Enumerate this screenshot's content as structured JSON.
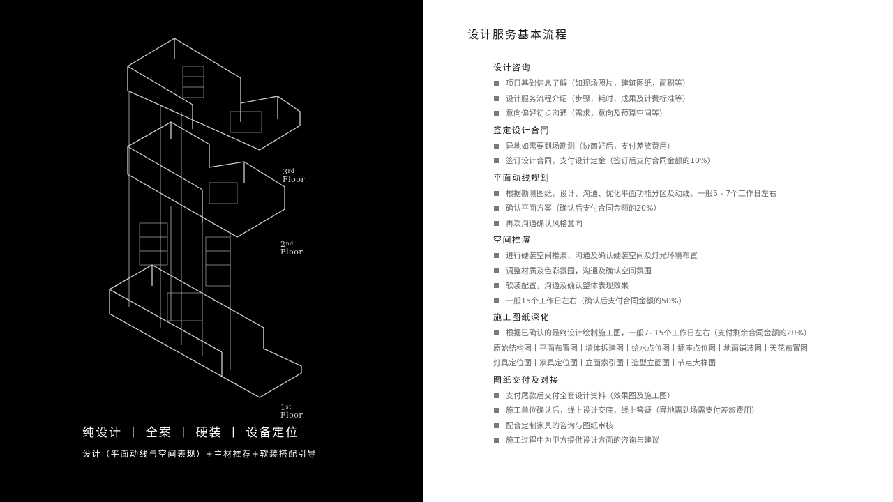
{
  "left": {
    "floors": [
      {
        "num": "3",
        "suffix": "rd",
        "word": "Floor"
      },
      {
        "num": "2",
        "suffix": "nd",
        "word": "Floor"
      },
      {
        "num": "1",
        "suffix": "st",
        "word": "Floor"
      }
    ],
    "tagline": "纯设计 丨 全案 丨 硬装 丨 设备定位",
    "subline": "设计（平面动线与空间表现）+主材推荐+软装搭配引导"
  },
  "right": {
    "title": "设计服务基本流程",
    "sections": [
      {
        "title": "设计咨询",
        "items": [
          "项目基础信息了解（如现场照片，建筑图纸，面积等）",
          "设计服务流程介绍（步骤，耗时，成果及计费标准等）",
          "意向偏好初步沟通（需求，意向及预算空间等）"
        ],
        "extra": []
      },
      {
        "title": "签定设计合同",
        "items": [
          "异地如需要到场勘测（协商好后，支付差旅费用）",
          "签订设计合同，支付设计定金（签订后支付合同金额的10%）"
        ],
        "extra": []
      },
      {
        "title": "平面动线规划",
        "items": [
          "根据勘测图纸，设计、沟通、优化平面功能分区及动线，一般5 - 7个工作日左右",
          "确认平面方案（确认后支付合同金额的20%）",
          "再次沟通确认风格意向"
        ],
        "extra": []
      },
      {
        "title": "空间推演",
        "items": [
          "进行硬装空间推演，沟通及确认硬装空间及灯光环境布置",
          "调整材质及色彩氛围，沟通及确认空间氛围",
          "软装配置，沟通及确认整体表现效果",
          "一般15个工作日左右（确认后支付合同金额的50%）"
        ],
        "extra": []
      },
      {
        "title": "施工图纸深化",
        "items": [
          "根据已确认的最终设计绘制施工图，一般7- 15个工作日左右（支付剩余合同金额的20%）"
        ],
        "extra": [
          "原始结构图丨平面布置图丨墙体拆建图丨给水点位图丨插座点位图丨地面铺装图丨天花布置图",
          "灯具定位图丨家具定位图丨立面索引图丨造型立面图丨节点大样图"
        ]
      },
      {
        "title": "图纸交付及对接",
        "items": [
          "支付尾款后交付全套设计资料（效果图及施工图）",
          "施工单位确认后，线上设计交底，线上答疑（异地需到场需支付差旅费用）",
          "配合定制家具的咨询与图纸审核",
          "施工过程中为甲方提供设计方面的咨询与建议"
        ],
        "extra": []
      }
    ]
  },
  "colors": {
    "left_bg": "#000000",
    "line": "#cfcfcf",
    "right_bg": "#ffffff",
    "title": "#1a1a1a",
    "body_text": "#666666",
    "bullet": "#7a7a7a"
  }
}
